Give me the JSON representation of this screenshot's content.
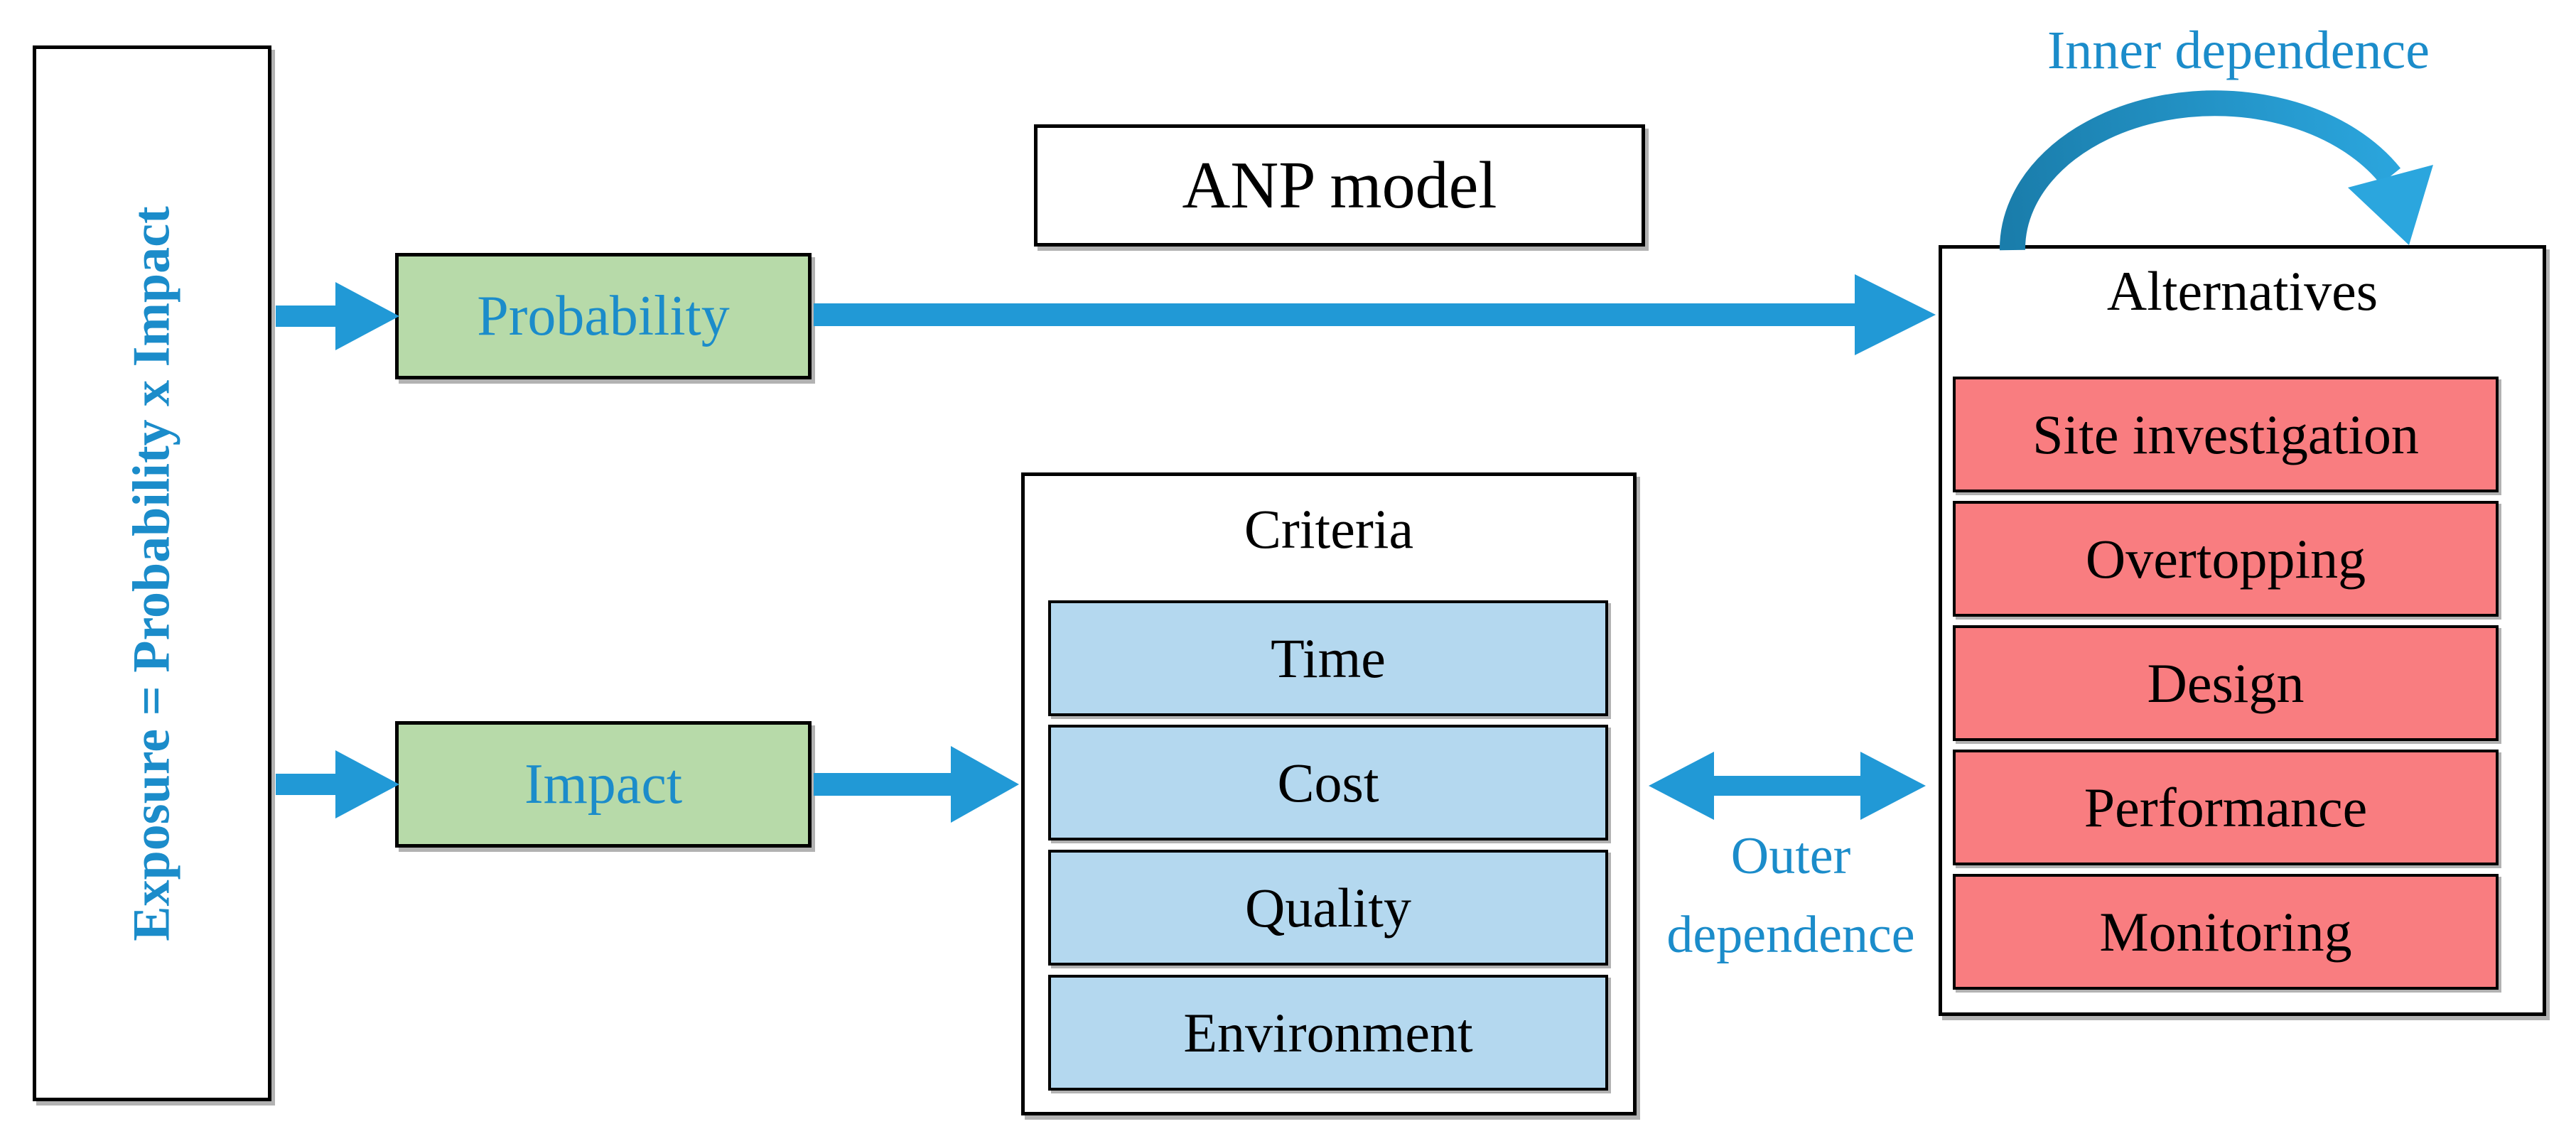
{
  "colors": {
    "arrow_blue": "#2199d6",
    "text_blue": "#1b8cca",
    "green_fill": "#b7daa9",
    "light_blue_fill": "#b4d8ef",
    "red_fill": "#f97d80",
    "arc_start": "#1a7dab",
    "arc_end": "#2ba6de"
  },
  "exposure_panel": {
    "label": "Exposure = Probability x Impact"
  },
  "factors": {
    "probability": "Probability",
    "impact": "Impact"
  },
  "anp": {
    "title": "ANP model"
  },
  "criteria": {
    "title": "Criteria",
    "items": [
      "Time",
      "Cost",
      "Quality",
      "Environment"
    ]
  },
  "alternatives": {
    "title": "Alternatives",
    "items": [
      "Site investigation",
      "Overtopping",
      "Design",
      "Performance",
      "Monitoring"
    ]
  },
  "annotations": {
    "inner_dependence": "Inner dependence",
    "outer_dependence": [
      "Outer",
      "dependence"
    ]
  }
}
